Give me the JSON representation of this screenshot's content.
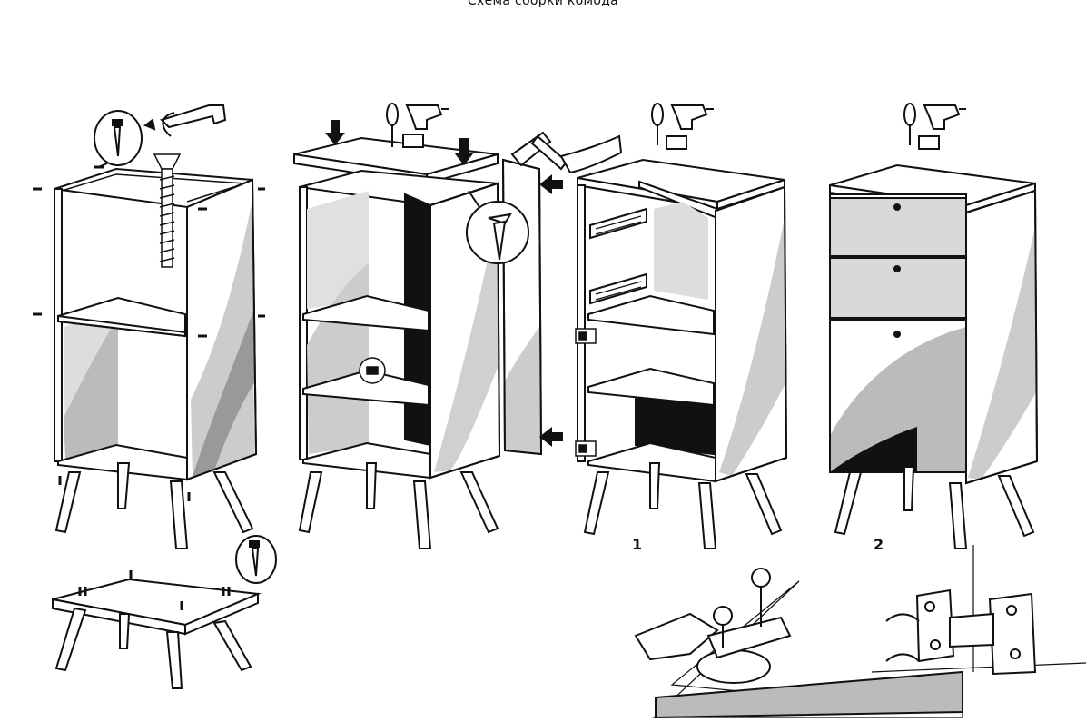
{
  "title": "Схема сборки комода",
  "steps": [
    {
      "label": "1"
    },
    {
      "label": "2"
    }
  ],
  "colors": {
    "ink": "#111111",
    "shade_light": "#d9d9d9",
    "shade_mid": "#a8a8a8",
    "shade_dark": "#1a1a1a",
    "panel": "#f2f2f2"
  },
  "icons": [
    "screwdriver-icon",
    "drill-icon",
    "hammer-icon",
    "hex-key-icon",
    "screw-callout-icon",
    "arrow-icon",
    "hinge-icon"
  ]
}
